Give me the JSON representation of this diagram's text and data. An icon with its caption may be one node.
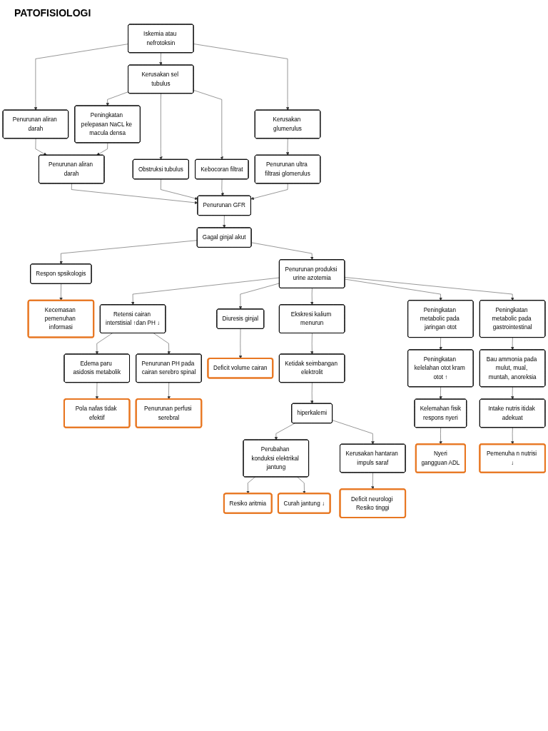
{
  "diagram": {
    "title": "PATOFISIOLOGI",
    "nodes": [
      {
        "text": [
          "Iskemia atau nefrotoksin"
        ]
      },
      {
        "text": [
          "Penurunan aliran darah"
        ]
      },
      {
        "text": [
          "Kerusakan sel tubulus"
        ]
      },
      {
        "text": [
          "Kerusakan glumerulus"
        ]
      },
      {
        "text": [
          "Penurunan aliran darah"
        ]
      },
      {
        "text": [
          "Peningkatan pelepasan NaCL ke macula densa"
        ]
      },
      {
        "text": [
          "Obstruksi tubulus"
        ]
      },
      {
        "text": [
          "Kebocoran filtrat"
        ]
      },
      {
        "text": [
          "Penurunan ultra filtrasi glomerulus"
        ]
      },
      {
        "text": [
          "Penurunan GFR"
        ]
      },
      {
        "text": [
          "Gagal ginjal akut"
        ]
      },
      {
        "text": [
          "Respon spsikologis"
        ]
      },
      {
        "text": [
          "Penurunan produksi urine azotemia"
        ]
      },
      {
        "text": [
          "Kecemasan pemenuhan informasi"
        ]
      },
      {
        "text": [
          "Retensi cairan interstisial ↑dan PH ↓"
        ]
      },
      {
        "text": [
          "Diuresis ginjal"
        ]
      },
      {
        "text": [
          "Ekskresi kalium menurun"
        ]
      },
      {
        "text": [
          "Peningkatan metabolic pada jaringan otot"
        ]
      },
      {
        "text": [
          "Peningkatan metabolic pada gastrointestinal"
        ]
      },
      {
        "text": [
          "Deficit volume cairan"
        ]
      },
      {
        "text": [
          "Ketidak seimbangan elektrolit"
        ]
      },
      {
        "text": [
          "Edema paru asidosis metabolik"
        ]
      },
      {
        "text": [
          "Peningkatan kelelahan otot kram otot ↑"
        ]
      },
      {
        "text": [
          "Bau ammonia pada mulut, mual, muntah, anoreksia"
        ]
      },
      {
        "text": [
          "hiperkalemi"
        ]
      },
      {
        "text": [
          "Pola nafas tidak efektif"
        ]
      },
      {
        "text": [
          "Penurunan PH pada cairan serebro spinal"
        ]
      },
      {
        "text": [
          "Perubahan konduksi elektrikal jantung"
        ]
      },
      {
        "text": [
          "Kelemahan fisik",
          "respons nyeri"
        ]
      },
      {
        "text": [
          "Intake nutris itidak adekuat"
        ]
      },
      {
        "text": [
          "Penurunan perfusi serebral"
        ]
      },
      {
        "text": [
          "Kerusakan hantaran impuls saraf"
        ]
      },
      {
        "text": [
          "Nyeri",
          "gangguan ADL"
        ]
      },
      {
        "text": [
          "Pemenuha n nutrisi ↓"
        ]
      },
      {
        "text": [
          "Deficit neurologi Resiko tinggi"
        ]
      },
      {
        "text": [
          "Resiko aritmia"
        ]
      },
      {
        "text": [
          "Curah jantung ↓"
        ]
      }
    ],
    "edges": [
      {
        "from": 0,
        "to": 1,
        "arrow": "to"
      },
      {
        "from": 0,
        "to": 2,
        "arrow": "to"
      },
      {
        "from": 0,
        "to": 3,
        "arrow": "to"
      },
      {
        "from": 1,
        "to": 4,
        "arrow": "to"
      },
      {
        "from": 2,
        "to": 5,
        "arrow": "to"
      },
      {
        "from": 2,
        "to": 6,
        "arrow": "to"
      },
      {
        "from": 2,
        "to": 7,
        "arrow": "to"
      },
      {
        "from": 3,
        "to": 8,
        "arrow": "to"
      },
      {
        "from": 5,
        "to": 4,
        "arrow": "to"
      },
      {
        "from": 4,
        "to": 9,
        "arrow": "to"
      },
      {
        "from": 6,
        "to": 9,
        "arrow": "to"
      },
      {
        "from": 7,
        "to": 9,
        "arrow": "to"
      },
      {
        "from": 8,
        "to": 9,
        "arrow": "to"
      },
      {
        "from": 9,
        "to": 10,
        "arrow": "to"
      },
      {
        "from": 10,
        "to": 11,
        "arrow": "to"
      },
      {
        "from": 10,
        "to": 12,
        "arrow": "to"
      },
      {
        "from": 11,
        "to": 13,
        "arrow": "to"
      },
      {
        "from": 12,
        "to": 14,
        "arrow": "to"
      },
      {
        "from": 12,
        "to": 15,
        "arrow": "to"
      },
      {
        "from": 12,
        "to": 16,
        "arrow": "to"
      },
      {
        "from": 12,
        "to": 17,
        "arrow": "to"
      },
      {
        "from": 12,
        "to": 18,
        "arrow": "to"
      },
      {
        "from": 14,
        "to": 21,
        "arrow": "to"
      },
      {
        "from": 14,
        "to": 26,
        "arrow": "to"
      },
      {
        "from": 15,
        "to": 19,
        "arrow": "to"
      },
      {
        "from": 16,
        "to": 20,
        "arrow": "to"
      },
      {
        "from": 17,
        "to": 22,
        "arrow": "to"
      },
      {
        "from": 18,
        "to": 23,
        "arrow": "to"
      },
      {
        "from": 20,
        "to": 24,
        "arrow": "to"
      },
      {
        "from": 21,
        "to": 25,
        "arrow": "to"
      },
      {
        "from": 22,
        "to": 28,
        "arrow": "to"
      },
      {
        "from": 23,
        "to": 29,
        "arrow": "to"
      },
      {
        "from": 24,
        "to": 27,
        "arrow": "to"
      },
      {
        "from": 24,
        "to": 31,
        "arrow": "to"
      },
      {
        "from": 26,
        "to": 30,
        "arrow": "to"
      },
      {
        "from": 28,
        "to": 32,
        "arrow": "to"
      },
      {
        "from": 29,
        "to": 33,
        "arrow": "to"
      },
      {
        "from": 27,
        "to": 35,
        "arrow": "to"
      },
      {
        "from": 27,
        "to": 36,
        "arrow": "to"
      },
      {
        "from": 31,
        "to": 34,
        "arrow": "to"
      }
    ]
  }
}
